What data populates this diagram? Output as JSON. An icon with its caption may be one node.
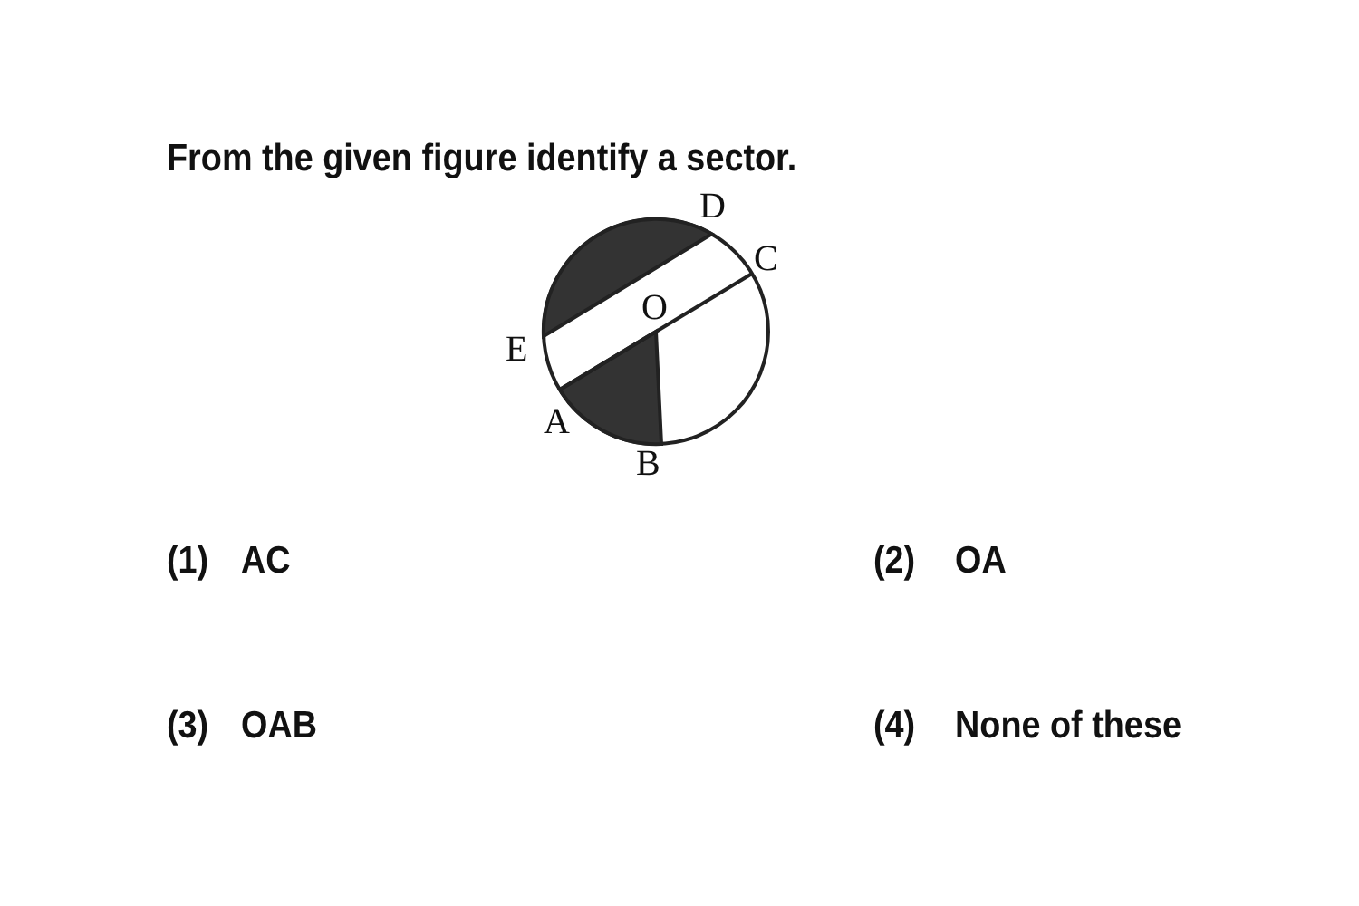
{
  "diagram": {
    "title": "From the given figure identify a sector.",
    "labels": [
      "D",
      "C",
      "O",
      "E",
      "A",
      "B",
      "(1)",
      "AC",
      "(2)",
      "OA",
      "(3)",
      "OAB",
      "(4)",
      "None of these"
    ]
  }
}
